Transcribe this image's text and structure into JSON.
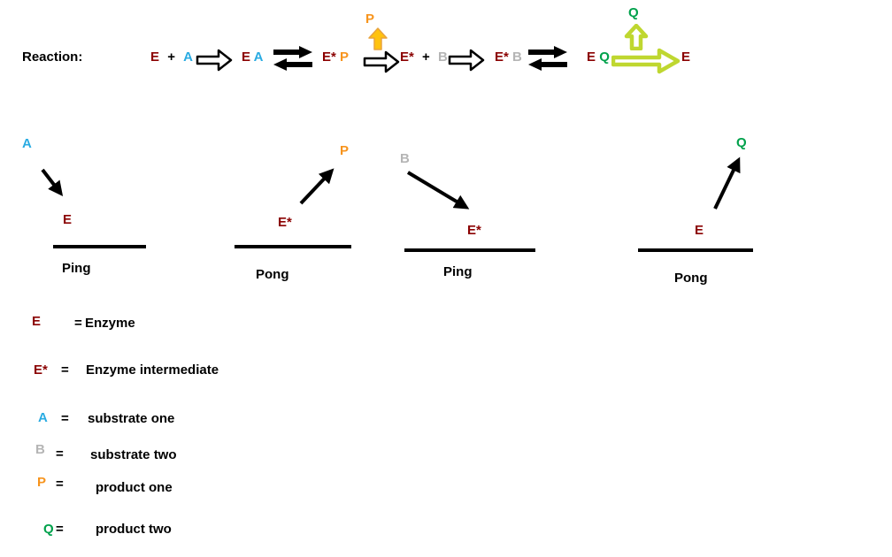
{
  "colors": {
    "enzyme": "#8B0000",
    "substrate_one": "#29ABE2",
    "substrate_two": "#B5B5B5",
    "product_one": "#F7941D",
    "product_two": "#00A14B",
    "release_arrow_p": "#FFC20E",
    "release_arrow_q": "#BFD730",
    "ink": "#000000",
    "background": "#FFFFFF"
  },
  "reaction": {
    "label": "Reaction:",
    "terms": {
      "free_enzyme_and_substrate_a": {
        "enzyme": "E",
        "plus": "+",
        "substrate": "A"
      },
      "complex_ea": {
        "enzyme": "E",
        "substrate": "A"
      },
      "complex_e_star_p": {
        "enzyme": "E*",
        "product": "P"
      },
      "released_product_p": "P",
      "intermediate_and_substrate_b": {
        "enzyme": "E*",
        "plus": "+",
        "substrate": "B"
      },
      "complex_e_star_b": {
        "enzyme": "E*",
        "substrate": "B"
      },
      "complex_eq": {
        "enzyme": "E",
        "product": "Q"
      },
      "released_product_q": "Q",
      "free_enzyme": "E"
    }
  },
  "panels": [
    {
      "species_top": "A",
      "species_bottom": "E",
      "label": "Ping",
      "arrow_direction": "down-right"
    },
    {
      "species_top": "P",
      "species_bottom": "E*",
      "label": "Pong",
      "arrow_direction": "up-right"
    },
    {
      "species_top": "B",
      "species_bottom": "E*",
      "label": "Ping",
      "arrow_direction": "down-right"
    },
    {
      "species_top": "Q",
      "species_bottom": "E",
      "label": "Pong",
      "arrow_direction": "up-right"
    }
  ],
  "legend": [
    {
      "symbol": "E",
      "equals": "=",
      "description": "Enzyme"
    },
    {
      "symbol": "E*",
      "equals": "=",
      "description": "Enzyme intermediate"
    },
    {
      "symbol": "A",
      "equals": "=",
      "description": "substrate one"
    },
    {
      "symbol": "B",
      "equals": "=",
      "description": "substrate two"
    },
    {
      "symbol": "P",
      "equals": "=",
      "description": "product one"
    },
    {
      "symbol": "Q",
      "equals": "=",
      "description": "product two"
    }
  ]
}
